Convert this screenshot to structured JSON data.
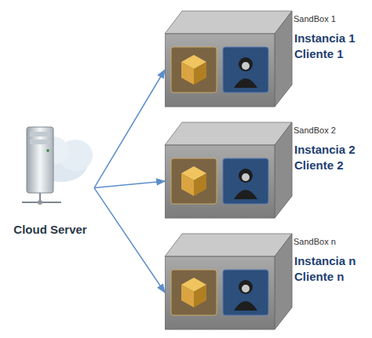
{
  "diagram": {
    "nodes": [
      {
        "text": [
          "Cloud Server"
        ]
      },
      {
        "text": [
          "SandBox 1",
          "Instancia 1 Cliente 1"
        ]
      },
      {
        "text": [
          "SandBox 2",
          "Instancia 2 Cliente 2"
        ]
      },
      {
        "text": [
          "SandBox n",
          "Instancia n Cliente n"
        ]
      }
    ],
    "edges": [
      {
        "from": 0,
        "to": 1,
        "arrow": "to"
      },
      {
        "from": 0,
        "to": 2,
        "arrow": "to"
      },
      {
        "from": 0,
        "to": 3,
        "arrow": "to"
      }
    ]
  }
}
